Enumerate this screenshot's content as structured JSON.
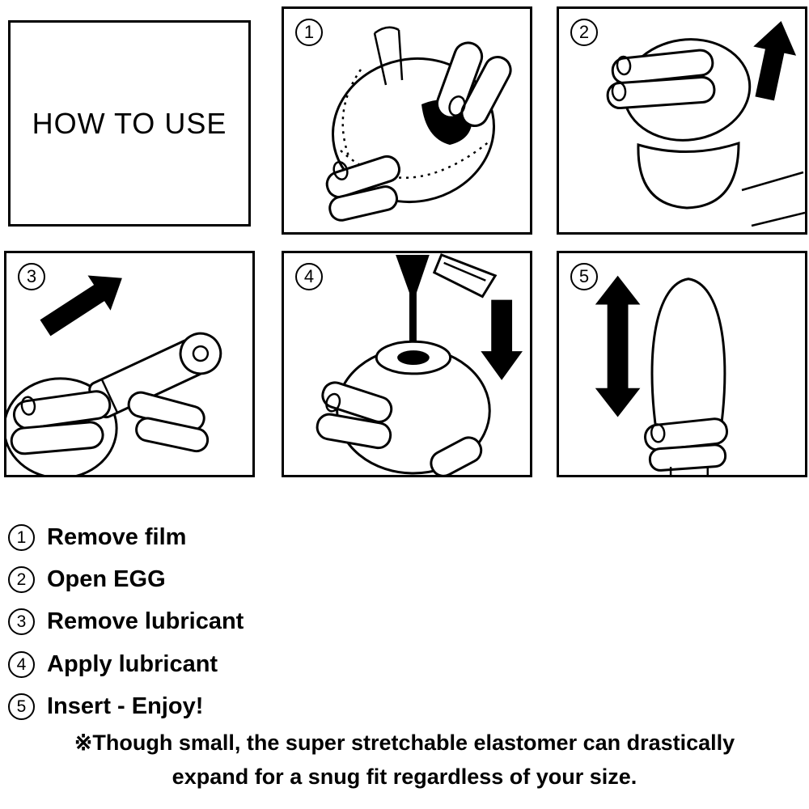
{
  "title": "HOW TO USE",
  "colors": {
    "ink": "#000000",
    "background": "#ffffff"
  },
  "panels": [
    {
      "number": "1",
      "illustration": "remove-film",
      "arrow": "none"
    },
    {
      "number": "2",
      "illustration": "open-egg",
      "arrow": "up"
    },
    {
      "number": "3",
      "illustration": "remove-lubricant",
      "arrow": "up-right"
    },
    {
      "number": "4",
      "illustration": "apply-lubricant",
      "arrow": "down"
    },
    {
      "number": "5",
      "illustration": "insert-enjoy",
      "arrow": "up-down"
    }
  ],
  "steps": [
    {
      "number": "1",
      "label": "Remove film"
    },
    {
      "number": "2",
      "label": "Open EGG"
    },
    {
      "number": "3",
      "label": "Remove lubricant"
    },
    {
      "number": "4",
      "label": "Apply lubricant"
    },
    {
      "number": "5",
      "label": "Insert - Enjoy!"
    }
  ],
  "note": {
    "marker": "※",
    "lines": [
      "Though small, the super stretchable elastomer can drastically",
      "expand for a snug fit regardless of your size."
    ]
  }
}
